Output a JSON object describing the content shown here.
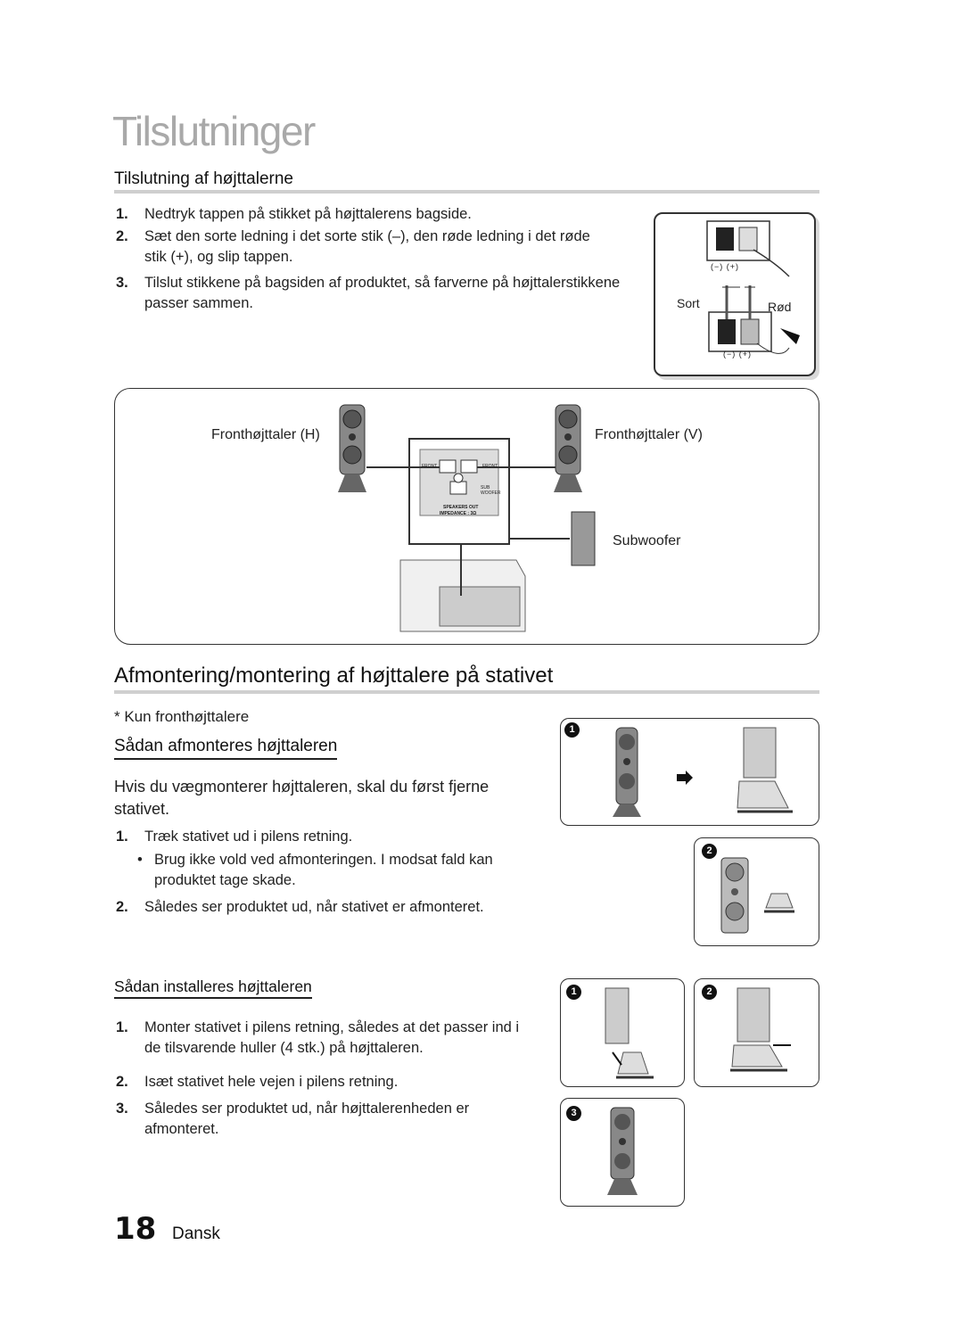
{
  "chapter_title": "Tilslutninger",
  "section1": {
    "title": "Tilslutning af højttalerne",
    "steps": [
      {
        "num": "1.",
        "text": "Nedtryk tappen på stikket på højttalerens bagside."
      },
      {
        "num": "2.",
        "line1": "Sæt den sorte ledning i det sorte stik (–), den røde ledning i det røde",
        "line2": "stik (+), og slip tappen."
      },
      {
        "num": "3.",
        "line1": "Tilslut stikkene på bagsiden af produktet, så farverne på højttalerstikkene",
        "line2": "passer sammen."
      }
    ],
    "terminal_labels": {
      "sort": "Sort",
      "rod": "Rød",
      "polarity": "(−)  (+)"
    },
    "diagram": {
      "front_right": "Fronthøjttaler (H)",
      "front_left": "Fronthøjttaler (V)",
      "subwoofer": "Subwoofer",
      "panel_front_r": "FRONT",
      "panel_front_l": "FRONT",
      "panel_sub": "SUB WOOFER",
      "panel_speakers_out": "SPEAKERS OUT",
      "panel_impedance": "IMPEDANCE : 3Ω"
    }
  },
  "section2": {
    "title": "Afmontering/montering af højttalere på stativet",
    "note": "* Kun fronthøjttalere",
    "remove": {
      "heading": "Sådan afmonteres højttaleren",
      "intro_line1": "Hvis du vægmonterer højttaleren, skal du først fjerne",
      "intro_line2": "stativet.",
      "step1": {
        "num": "1.",
        "text": "Træk stativet ud i pilens retning."
      },
      "bullet": {
        "mark": "•",
        "line1": "Brug ikke vold ved afmonteringen. I modsat fald kan",
        "line2": "produktet tage skade."
      },
      "step2": {
        "num": "2.",
        "text": "Således ser produktet ud, når stativet er afmonteret."
      }
    },
    "install": {
      "heading": "Sådan installeres højttaleren",
      "step1": {
        "num": "1.",
        "line1": "Monter stativet i pilens retning, således at det passer ind i",
        "line2": "de tilsvarende huller (4 stk.) på højttaleren."
      },
      "step2": {
        "num": "2.",
        "text": "Isæt stativet hele vejen i pilens retning."
      },
      "step3": {
        "num": "3.",
        "line1": "Således ser produktet ud, når højttalerenheden er",
        "line2": "afmonteret."
      }
    },
    "badges": {
      "one": "1",
      "two": "2",
      "three": "3"
    }
  },
  "footer": {
    "page": "18",
    "language": "Dansk"
  }
}
